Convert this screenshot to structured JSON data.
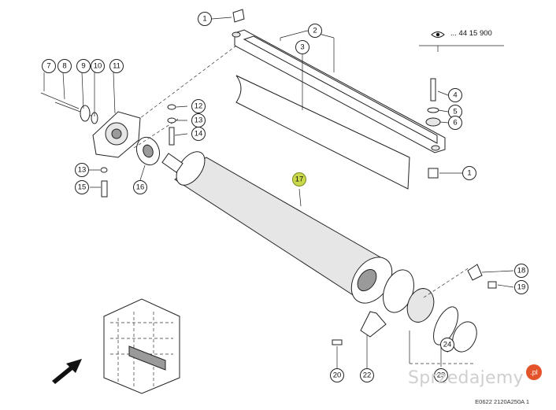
{
  "reference": {
    "icon": "eye-icon",
    "code": "... 44 15 900"
  },
  "callouts": [
    {
      "id": "c1a",
      "label": "1"
    },
    {
      "id": "c1b",
      "label": "1"
    },
    {
      "id": "c2",
      "label": "2"
    },
    {
      "id": "c3",
      "label": "3"
    },
    {
      "id": "c4",
      "label": "4"
    },
    {
      "id": "c5",
      "label": "5"
    },
    {
      "id": "c6",
      "label": "6"
    },
    {
      "id": "c7",
      "label": "7"
    },
    {
      "id": "c8",
      "label": "8"
    },
    {
      "id": "c9",
      "label": "9"
    },
    {
      "id": "c10",
      "label": "10"
    },
    {
      "id": "c11",
      "label": "11"
    },
    {
      "id": "c12",
      "label": "12"
    },
    {
      "id": "c13a",
      "label": "13"
    },
    {
      "id": "c13b",
      "label": "13"
    },
    {
      "id": "c14",
      "label": "14"
    },
    {
      "id": "c15",
      "label": "15"
    },
    {
      "id": "c16",
      "label": "16"
    },
    {
      "id": "c17",
      "label": "17"
    },
    {
      "id": "c18",
      "label": "18"
    },
    {
      "id": "c19",
      "label": "19"
    },
    {
      "id": "c20",
      "label": "20"
    },
    {
      "id": "c22",
      "label": "22"
    },
    {
      "id": "c23",
      "label": "23"
    },
    {
      "id": "c24",
      "label": "24"
    }
  ],
  "highlight_color": "#c9d94a",
  "footer": {
    "code": "E0622 2120A250A 1"
  },
  "watermark": {
    "text": "Sprzedajemy",
    "badge": ".pl"
  }
}
